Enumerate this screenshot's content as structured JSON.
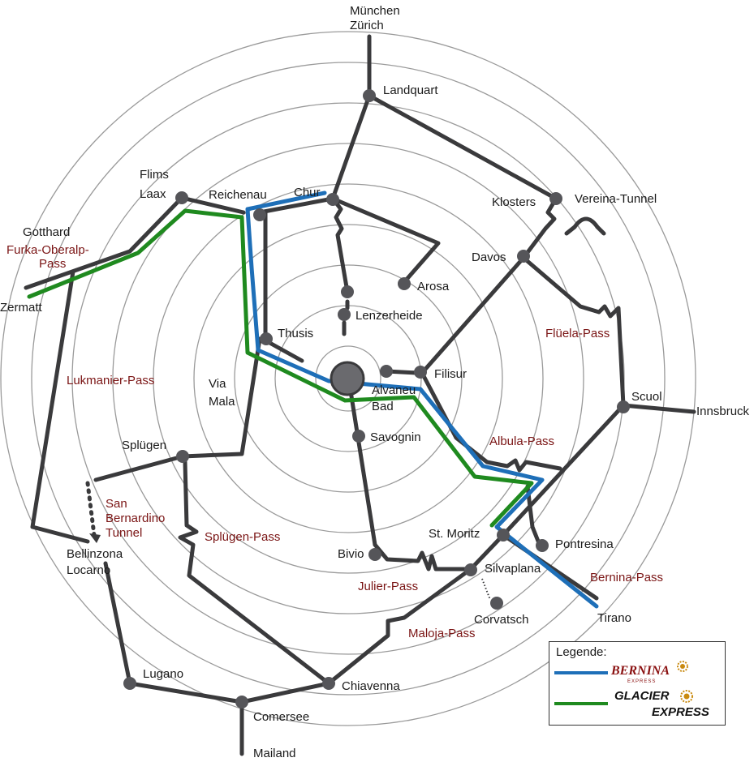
{
  "stations": {
    "muenchen_zuerich": [
      "München",
      "Zürich"
    ],
    "landquart": "Landquart",
    "flims_laax": [
      "Flims",
      "Laax"
    ],
    "reichenau": "Reichenau",
    "chur": "Chur",
    "klosters": "Klosters",
    "vereina_tunnel": "Vereina-Tunnel",
    "gotthard": "Gotthard",
    "zermatt": "Zermatt",
    "davos": "Davos",
    "arosa": "Arosa",
    "lenzerheide": "Lenzerheide",
    "thusis": "Thusis",
    "via_mala": [
      "Via",
      "Mala"
    ],
    "alvaneu_bad": [
      "Alvaneu",
      "Bad"
    ],
    "filisur": "Filisur",
    "scuol": "Scuol",
    "innsbruck": "Innsbruck",
    "savognin": "Savognin",
    "spluegen": "Splügen",
    "bellinzona_locarno": [
      "Bellinzona",
      "Locarno"
    ],
    "st_moritz": "St. Moritz",
    "pontresina": "Pontresina",
    "bivio": "Bivio",
    "silvaplana": "Silvaplana",
    "corvatsch": "Corvatsch",
    "tirano": "Tirano",
    "lugano": "Lugano",
    "chiavenna": "Chiavenna",
    "comersee": "Comersee",
    "mailand": "Mailand"
  },
  "passes": {
    "furka_oberalp": [
      "Furka-Oberalp-",
      "Pass"
    ],
    "lukmanier": "Lukmanier-Pass",
    "flueela": "Flüela-Pass",
    "albula": "Albula-Pass",
    "san_bernardino": [
      "San",
      "Bernardino",
      "Tunnel"
    ],
    "spluegen": "Splügen-Pass",
    "julier": "Julier-Pass",
    "bernina": "Bernina-Pass",
    "maloja": "Maloja-Pass"
  },
  "legend": {
    "title": "Legende:",
    "bernina_brand": "BERNINA",
    "bernina_sub": "EXPRESS",
    "glacier_line1": "GLACIER",
    "glacier_line2": "EXPRESS"
  },
  "colors": {
    "road": "#3a3a3c",
    "bernina_route": "#1e6fb8",
    "glacier_route": "#1f8a1f",
    "ring": "#9a9a9a",
    "pass_text": "#7a1414"
  },
  "icons": [
    "station-dot-icon",
    "center-hub-icon",
    "tunnel-arch-icon",
    "sun-flower-icon"
  ]
}
